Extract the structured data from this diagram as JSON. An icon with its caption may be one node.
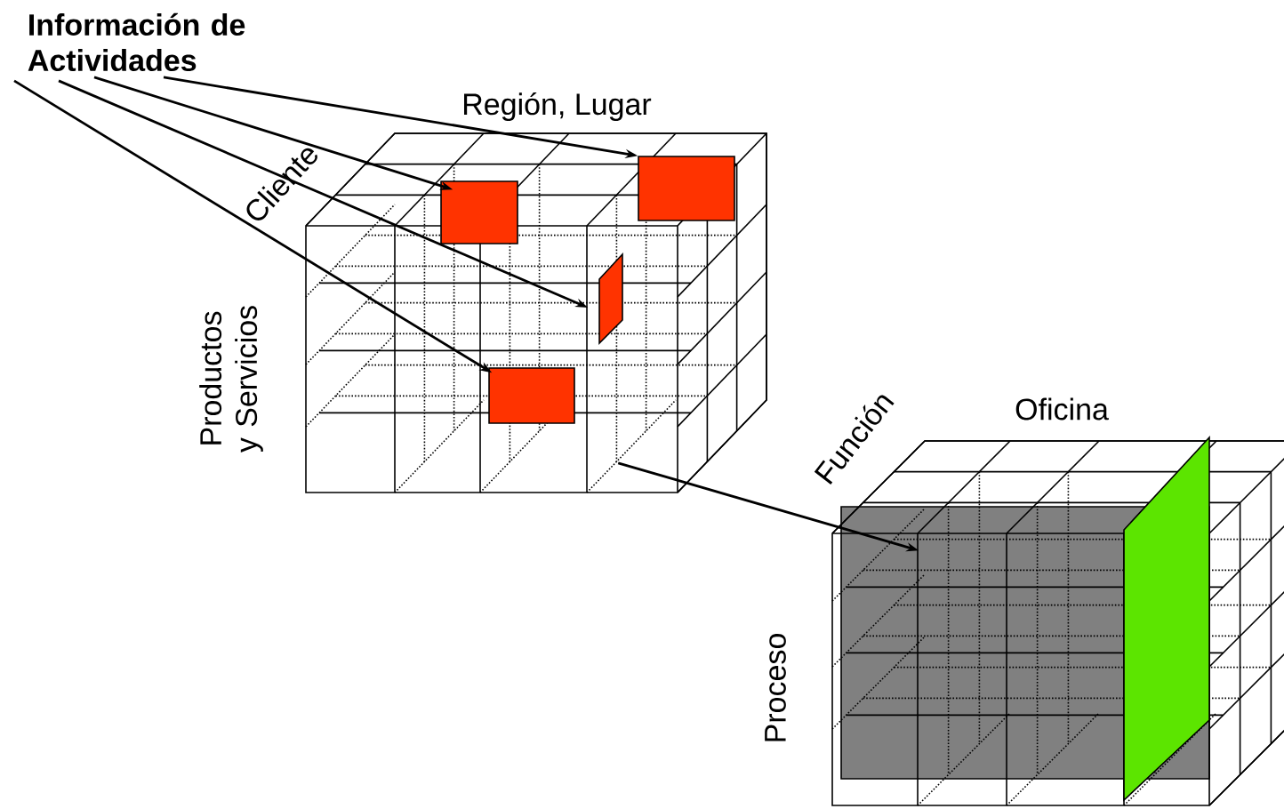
{
  "diagram": {
    "nodes": [
      {
        "text": [
          "**Información de Actividades**"
        ]
      },
      {
        "text": [],
        "shape": "cube"
      },
      {
        "text": [],
        "shape": "box",
        "in": 1
      },
      {
        "text": [],
        "shape": "box",
        "in": 1
      },
      {
        "text": [],
        "shape": "box",
        "in": 1
      },
      {
        "text": [],
        "shape": "box",
        "in": 1
      },
      {
        "text": [],
        "shape": "cube"
      },
      {
        "text": [],
        "shape": "box",
        "in": 6
      },
      {
        "text": [],
        "shape": "box",
        "in": 6
      }
    ],
    "edges": [
      {
        "from": 0,
        "to": 2,
        "arrow": "to"
      },
      {
        "from": 0,
        "to": 3,
        "arrow": "to"
      },
      {
        "from": 0,
        "to": 4,
        "arrow": "to"
      },
      {
        "from": 0,
        "to": 5,
        "arrow": "to"
      },
      {
        "from": 1,
        "to": 7,
        "arrow": "to"
      }
    ],
    "labels": [
      "Región, Lugar",
      "Cliente",
      "Productos y Servicios",
      "Función",
      "Oficina",
      "Proceso"
    ]
  }
}
